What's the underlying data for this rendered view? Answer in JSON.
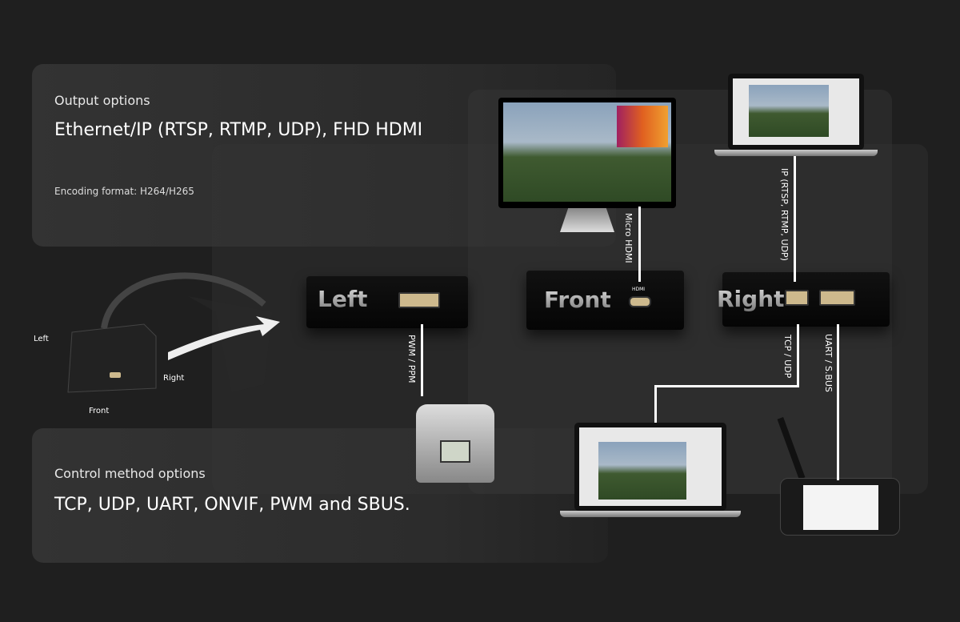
{
  "output": {
    "heading": "Output options",
    "value": "Ethernet/IP (RTSP, RTMP, UDP), FHD HDMI",
    "encoding": "Encoding format: H264/H265"
  },
  "control": {
    "heading": "Control method options",
    "value": "TCP, UDP, UART, ONVIF, PWM and SBUS."
  },
  "module_labels": {
    "left": "Left",
    "right": "Right",
    "front": "Front"
  },
  "boxes": {
    "left": "Left",
    "front": "Front",
    "right": "Right",
    "hdmi_port": "HDMI"
  },
  "connections": {
    "hdmi": "Micro HDMI",
    "ip": "IP (RTSP, RTMP, UDP)",
    "pwm": "PWM / PPM",
    "tcp": "TCP / UDP",
    "uart": "UART / S.BUS"
  },
  "colors": {
    "background": "#1f1f1f",
    "line": "#ffffff",
    "port": "#cdb98d"
  }
}
